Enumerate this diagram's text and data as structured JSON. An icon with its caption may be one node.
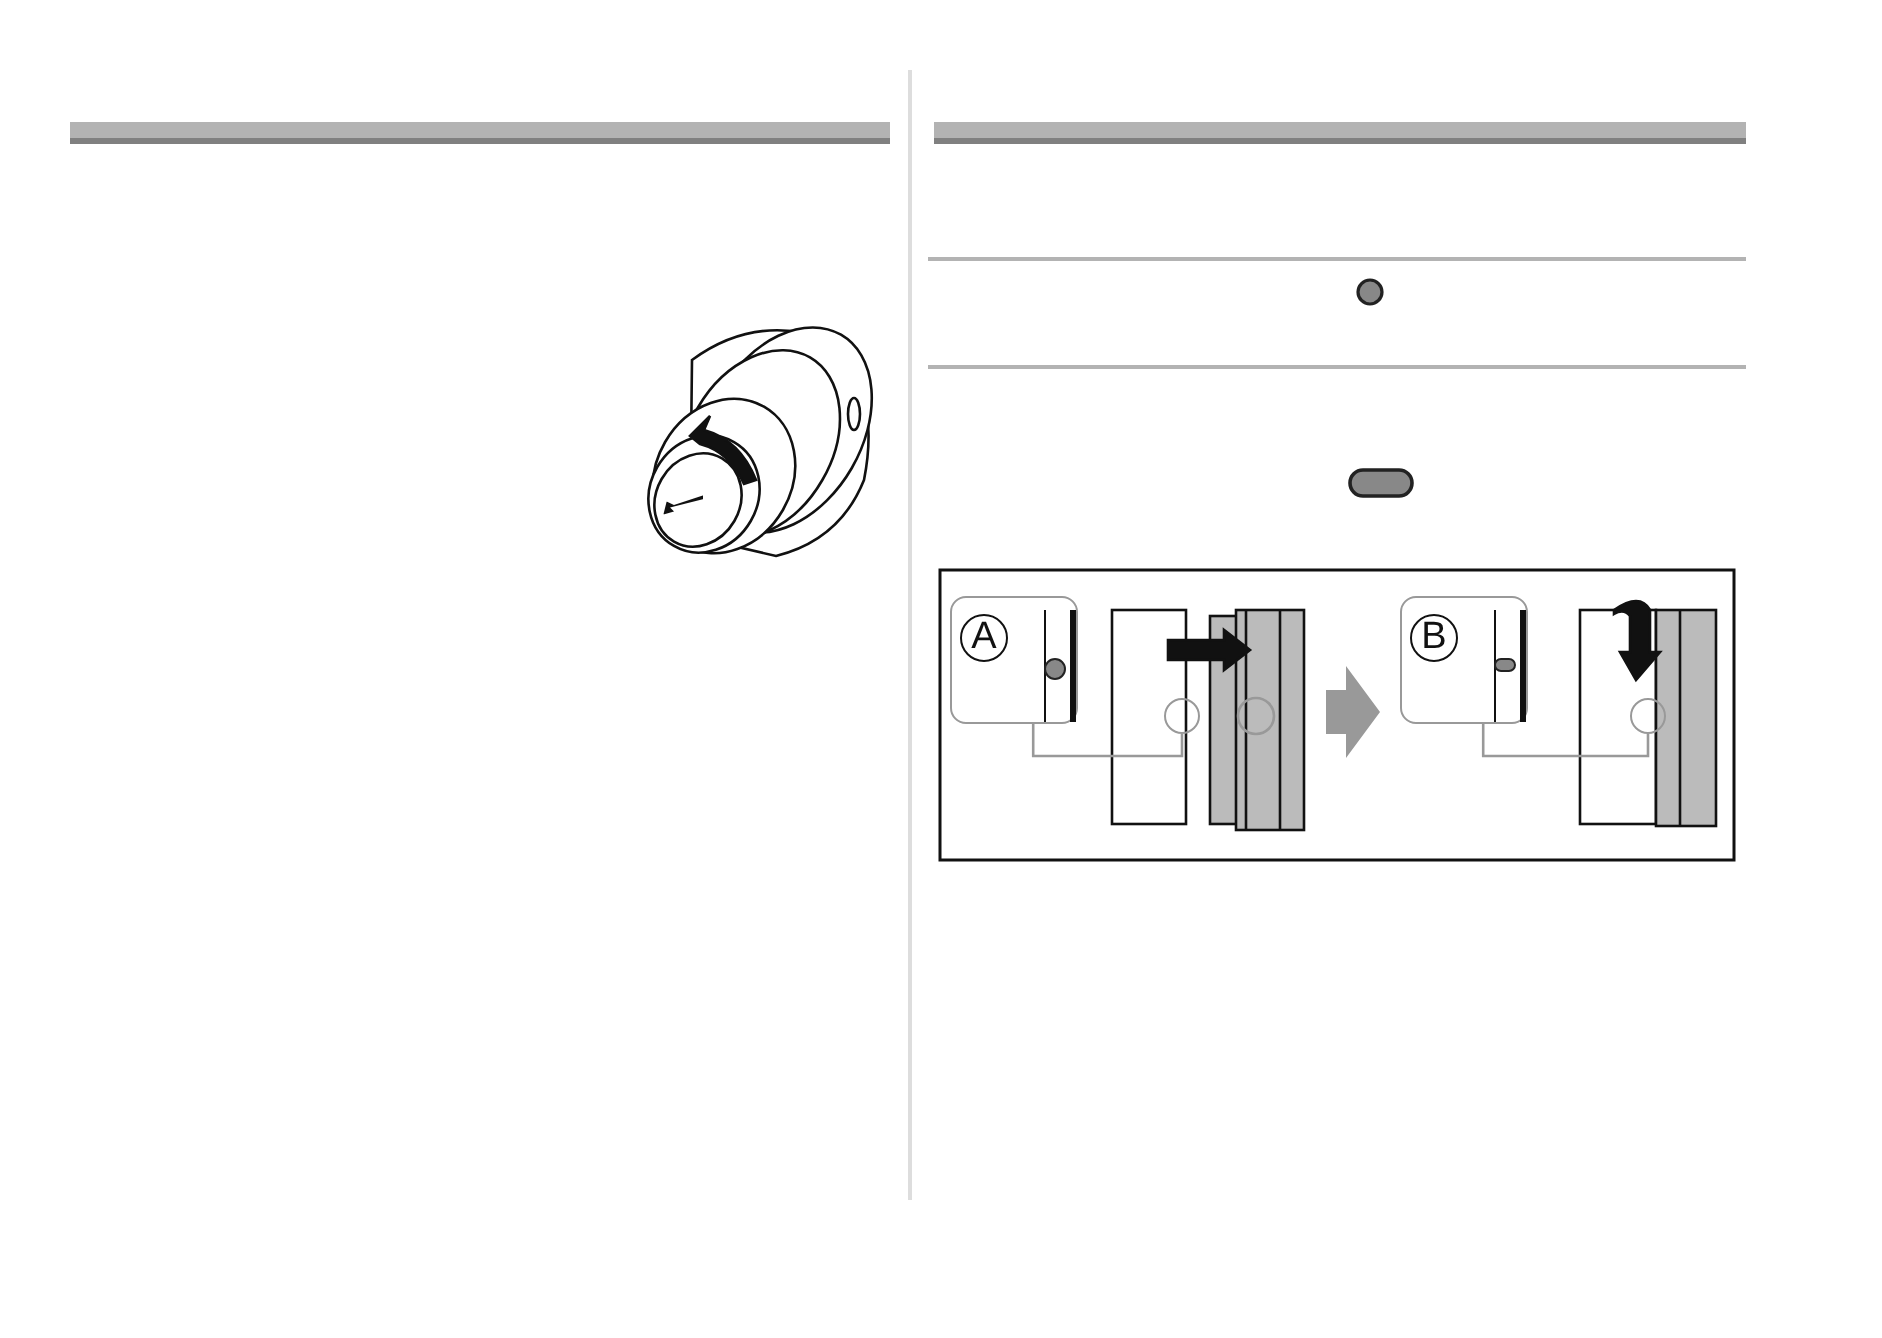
{
  "diagram": {
    "nodes": [
      {
        "text": [
          "A"
        ]
      },
      {
        "text": [],
        "shape": "circle"
      },
      {
        "text": [
          "B"
        ]
      },
      {
        "text": [],
        "shape": "circle"
      }
    ],
    "edges": [
      {
        "from": 0,
        "to": 1,
        "arrow": "none"
      },
      {
        "from": 2,
        "to": 3,
        "arrow": "none"
      }
    ]
  }
}
